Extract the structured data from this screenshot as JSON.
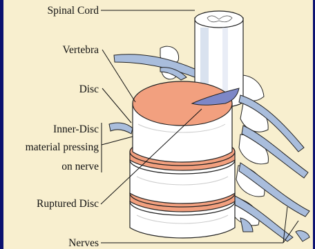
{
  "labels": {
    "spinal_cord": "Spinal Cord",
    "vertebra": "Vertebra",
    "disc": "Disc",
    "inner_disc_line1": "Inner-Disc",
    "inner_disc_line2": "material pressing",
    "inner_disc_line3": "on nerve",
    "ruptured_disc": "Ruptured Disc",
    "nerves": "Nerves"
  },
  "colors": {
    "border": "#0b1170",
    "background": "#f8efcf",
    "disc": "#f2a07f",
    "nerve": "#a9bddc",
    "bone": "#ffffff",
    "outline": "#222222"
  }
}
